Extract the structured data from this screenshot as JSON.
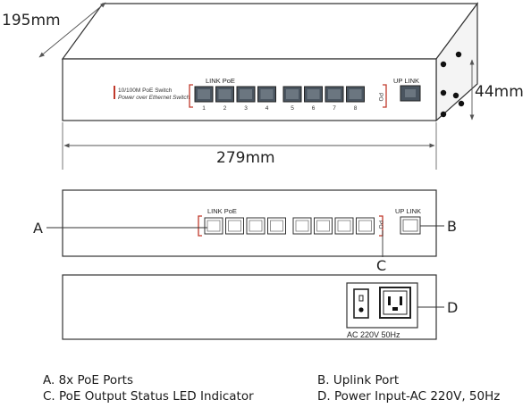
{
  "dimensions": {
    "depth": "195mm",
    "height": "44mm",
    "width": "279mm"
  },
  "front_panel": {
    "brand_line_1": "10/100M PoE Switch",
    "brand_line_2": "Power over Ethernet Switch",
    "port_group_label": "LINK  PoE",
    "port_numbers": [
      "1",
      "2",
      "3",
      "4",
      "5",
      "6",
      "7",
      "8"
    ],
    "led_indicator": "PO",
    "uplink_label": "UP LINK"
  },
  "callouts": {
    "a": "A",
    "b": "B",
    "c": "C",
    "d": "D"
  },
  "power_socket": {
    "rating": "AC  220V  50Hz"
  },
  "legend": {
    "a": "A. 8x PoE Ports",
    "b": "B. Uplink Port",
    "c": "C. PoE Output Status LED Indicator",
    "d": "D. Power Input-AC 220V, 50Hz"
  },
  "colors": {
    "outline": "#333333",
    "accent_red": "#c0392b",
    "port_dark": "#4a5560"
  }
}
